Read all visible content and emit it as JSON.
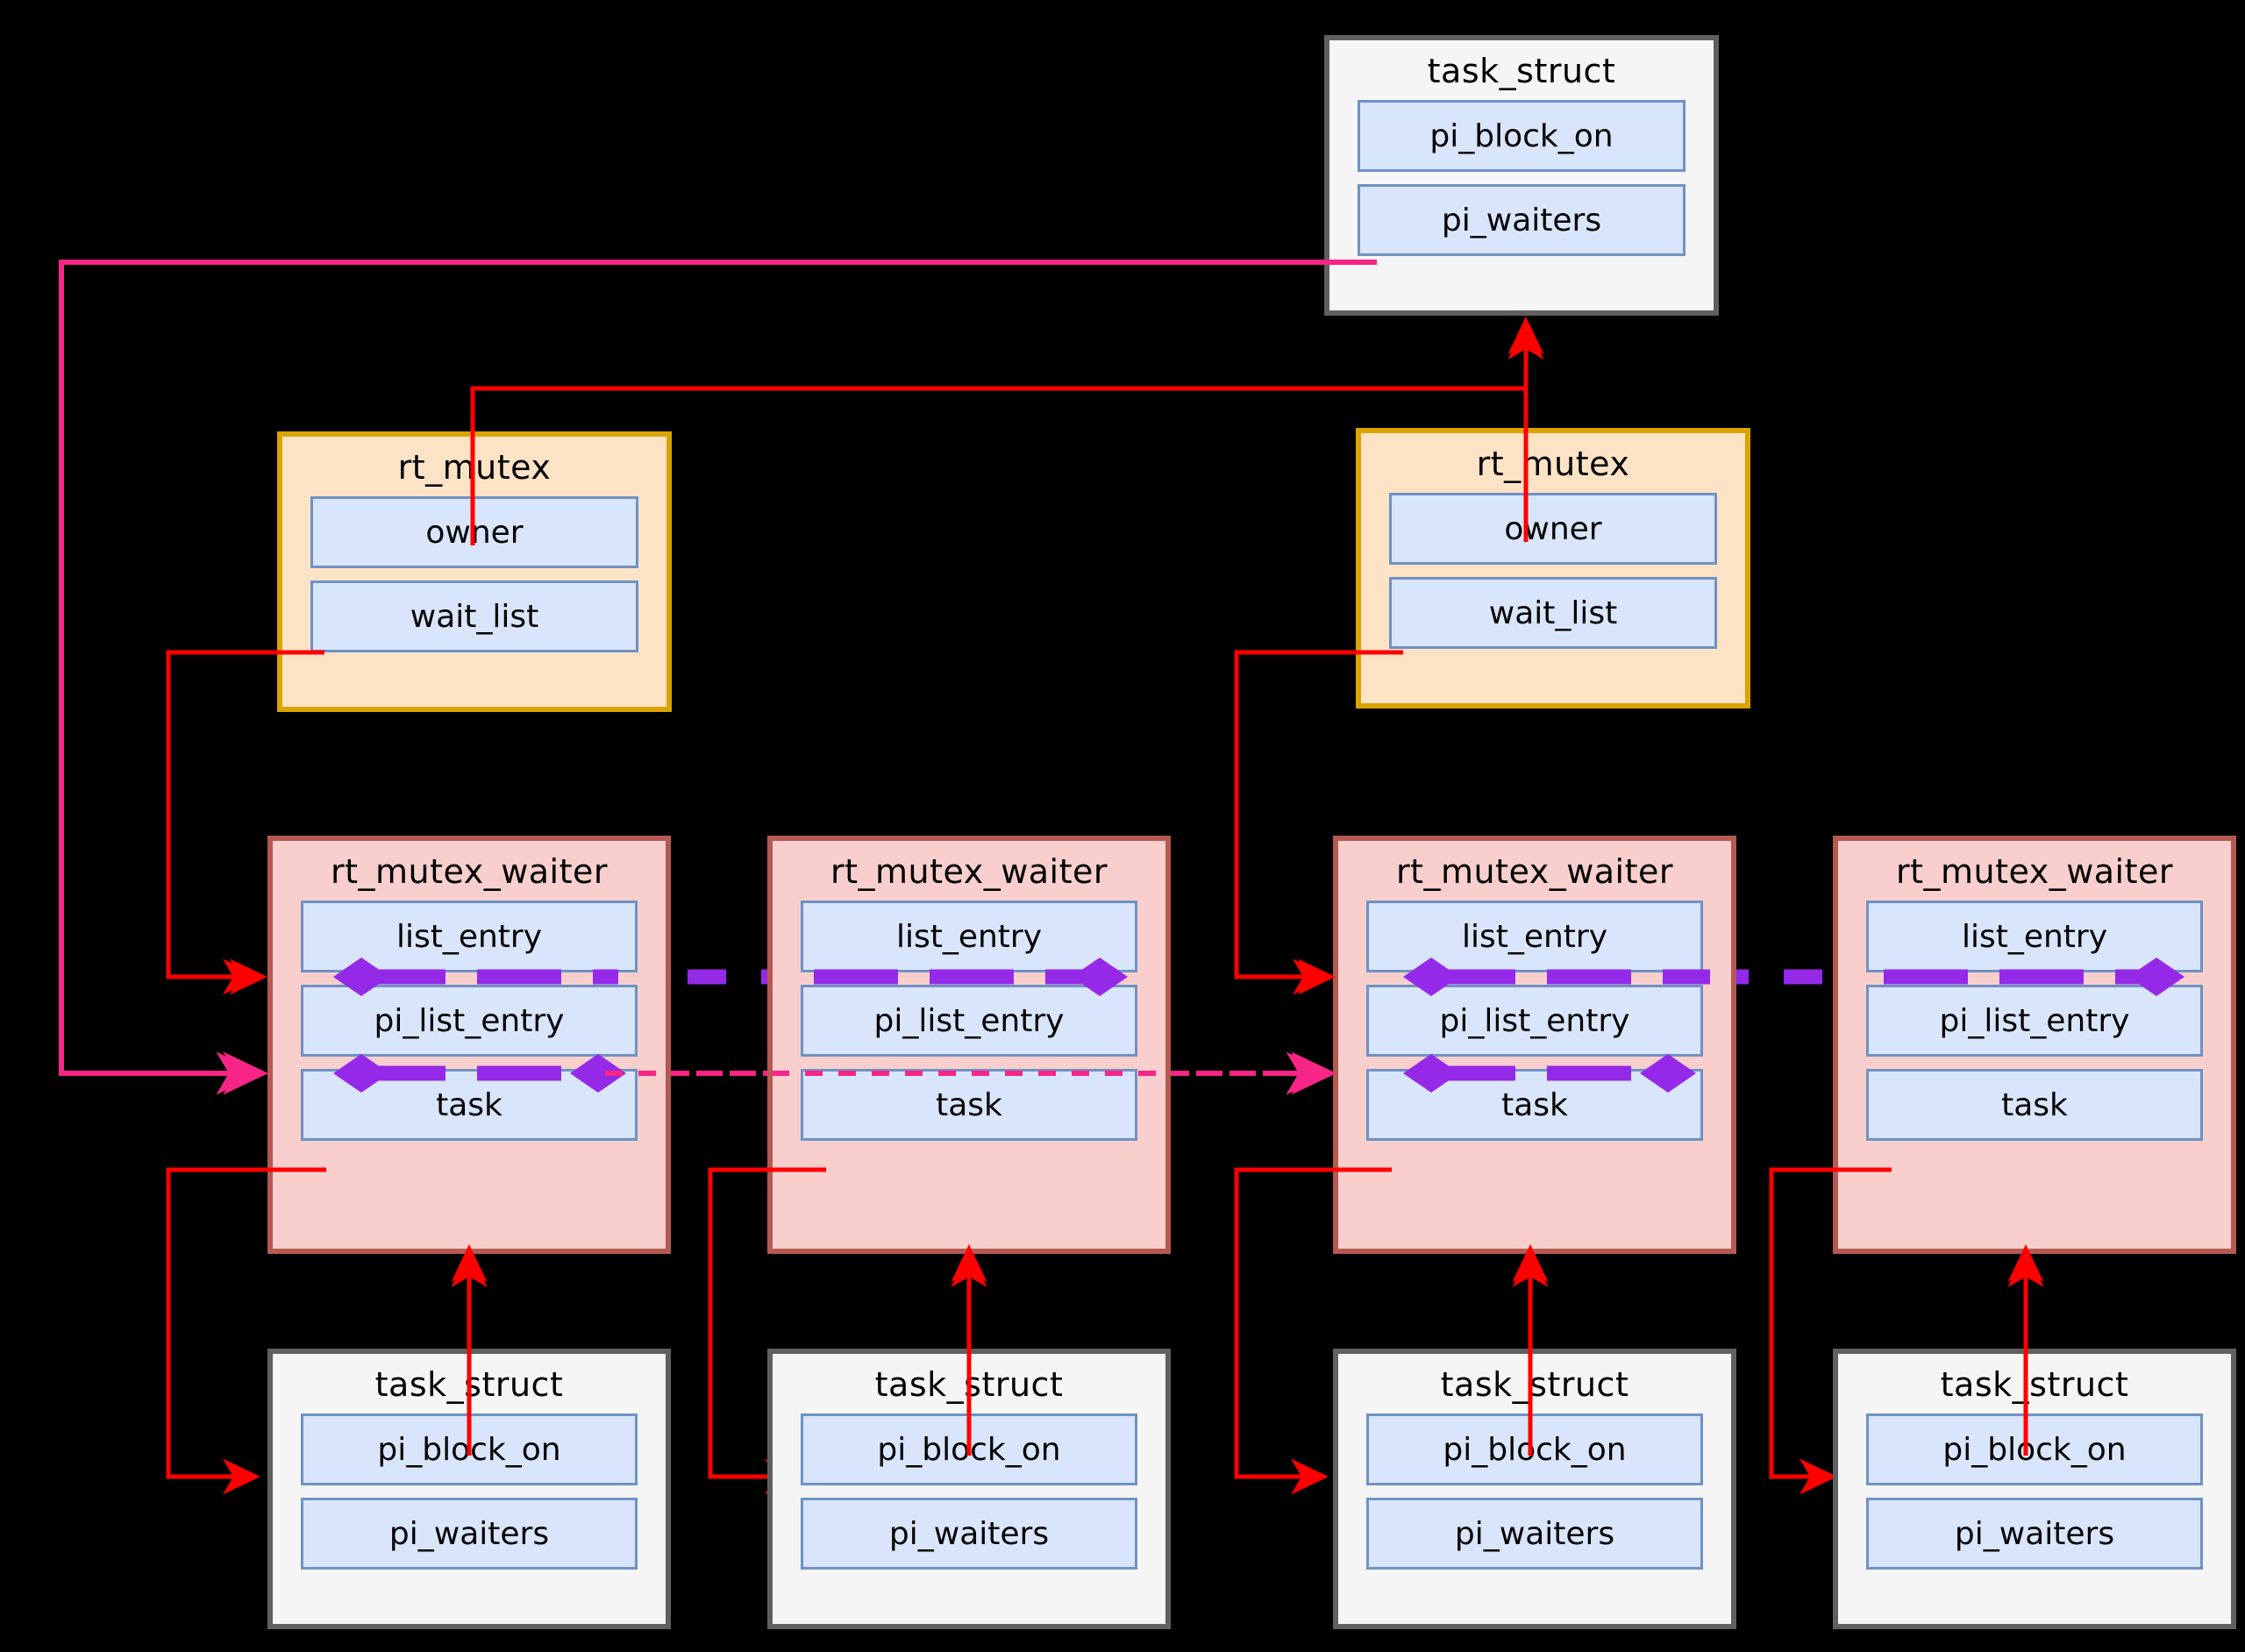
{
  "diagram": {
    "title": "rt_mutex priority inheritance structures",
    "colors": {
      "background": "#000000",
      "task_struct_fill": "#f5f5f5",
      "task_struct_border": "#606060",
      "rt_mutex_fill": "#fde3c5",
      "rt_mutex_border": "#dba300",
      "rt_mutex_waiter_fill": "#f8cfcd",
      "rt_mutex_waiter_border": "#b45a52",
      "field_fill": "#d9e5fa",
      "field_border": "#6e92c4",
      "pointer_red": "#ff0000",
      "pi_pink": "#f72585",
      "list_purple": "#9429e8"
    }
  },
  "nodes": {
    "owner_task": {
      "type": "task_struct",
      "title": "task_struct",
      "fields": [
        "pi_block_on",
        "pi_waiters"
      ]
    },
    "mutex_left": {
      "type": "rt_mutex",
      "title": "rt_mutex",
      "fields": [
        "owner",
        "wait_list"
      ]
    },
    "mutex_right": {
      "type": "rt_mutex",
      "title": "rt_mutex",
      "fields": [
        "owner",
        "wait_list"
      ]
    },
    "waiter_1": {
      "type": "rt_mutex_waiter",
      "title": "rt_mutex_waiter",
      "fields": [
        "list_entry",
        "pi_list_entry",
        "task"
      ]
    },
    "waiter_2": {
      "type": "rt_mutex_waiter",
      "title": "rt_mutex_waiter",
      "fields": [
        "list_entry",
        "pi_list_entry",
        "task"
      ]
    },
    "waiter_3": {
      "type": "rt_mutex_waiter",
      "title": "rt_mutex_waiter",
      "fields": [
        "list_entry",
        "pi_list_entry",
        "task"
      ]
    },
    "waiter_4": {
      "type": "rt_mutex_waiter",
      "title": "rt_mutex_waiter",
      "fields": [
        "list_entry",
        "pi_list_entry",
        "task"
      ]
    },
    "task_1": {
      "type": "task_struct",
      "title": "task_struct",
      "fields": [
        "pi_block_on",
        "pi_waiters"
      ]
    },
    "task_2": {
      "type": "task_struct",
      "title": "task_struct",
      "fields": [
        "pi_block_on",
        "pi_waiters"
      ]
    },
    "task_3": {
      "type": "task_struct",
      "title": "task_struct",
      "fields": [
        "pi_block_on",
        "pi_waiters"
      ]
    },
    "task_4": {
      "type": "task_struct",
      "title": "task_struct",
      "fields": [
        "pi_block_on",
        "pi_waiters"
      ]
    }
  },
  "edges": [
    {
      "name": "mutex-left-owner-to-owner-task",
      "style": "solid-red",
      "from": "mutex_left.owner",
      "to": "owner_task"
    },
    {
      "name": "mutex-right-owner-to-owner-task",
      "style": "solid-red",
      "from": "mutex_right.owner",
      "to": "owner_task"
    },
    {
      "name": "owner-task-pi-waiters-to-waiter1-pi-list-entry",
      "style": "solid-pink",
      "from": "owner_task.pi_waiters",
      "to": "waiter_1.pi_list_entry"
    },
    {
      "name": "mutex-left-wait-list-to-waiter1",
      "style": "solid-red",
      "from": "mutex_left.wait_list",
      "to": "waiter_1.list_entry"
    },
    {
      "name": "mutex-right-wait-list-to-waiter3",
      "style": "solid-red",
      "from": "mutex_right.wait_list",
      "to": "waiter_3.list_entry"
    },
    {
      "name": "waiter1-list-entry-to-waiter2",
      "style": "dashed-purple",
      "from": "waiter_1.list_entry",
      "to": "waiter_2.list_entry"
    },
    {
      "name": "waiter3-list-entry-to-waiter4",
      "style": "dashed-purple",
      "from": "waiter_3.list_entry",
      "to": "waiter_4.list_entry"
    },
    {
      "name": "waiter1-pi-list-to-waiter2",
      "style": "dashed-pink",
      "from": "waiter_1.pi_list_entry",
      "to": "waiter_2.pi_list_entry"
    },
    {
      "name": "waiter2-pi-list-to-waiter3",
      "style": "dashed-pink",
      "from": "waiter_2.pi_list_entry",
      "to": "waiter_3.pi_list_entry"
    },
    {
      "name": "waiter1-task-to-task1",
      "style": "solid-red",
      "from": "waiter_1.task",
      "to": "task_1.pi_block_on"
    },
    {
      "name": "waiter2-task-to-task2",
      "style": "solid-red",
      "from": "waiter_2.task",
      "to": "task_2.pi_block_on"
    },
    {
      "name": "waiter3-task-to-task3",
      "style": "solid-red",
      "from": "waiter_3.task",
      "to": "task_3.pi_block_on"
    },
    {
      "name": "waiter4-task-to-task4",
      "style": "solid-red",
      "from": "waiter_4.task",
      "to": "task_4.pi_block_on"
    },
    {
      "name": "task1-pi-block-on-to-waiter1",
      "style": "solid-red",
      "from": "task_1.pi_block_on",
      "to": "waiter_1"
    },
    {
      "name": "task2-pi-block-on-to-waiter2",
      "style": "solid-red",
      "from": "task_2.pi_block_on",
      "to": "waiter_2"
    },
    {
      "name": "task3-pi-block-on-to-waiter3",
      "style": "solid-red",
      "from": "task_3.pi_block_on",
      "to": "waiter_3"
    },
    {
      "name": "task4-pi-block-on-to-waiter4",
      "style": "solid-red",
      "from": "task_4.pi_block_on",
      "to": "waiter_4"
    }
  ]
}
